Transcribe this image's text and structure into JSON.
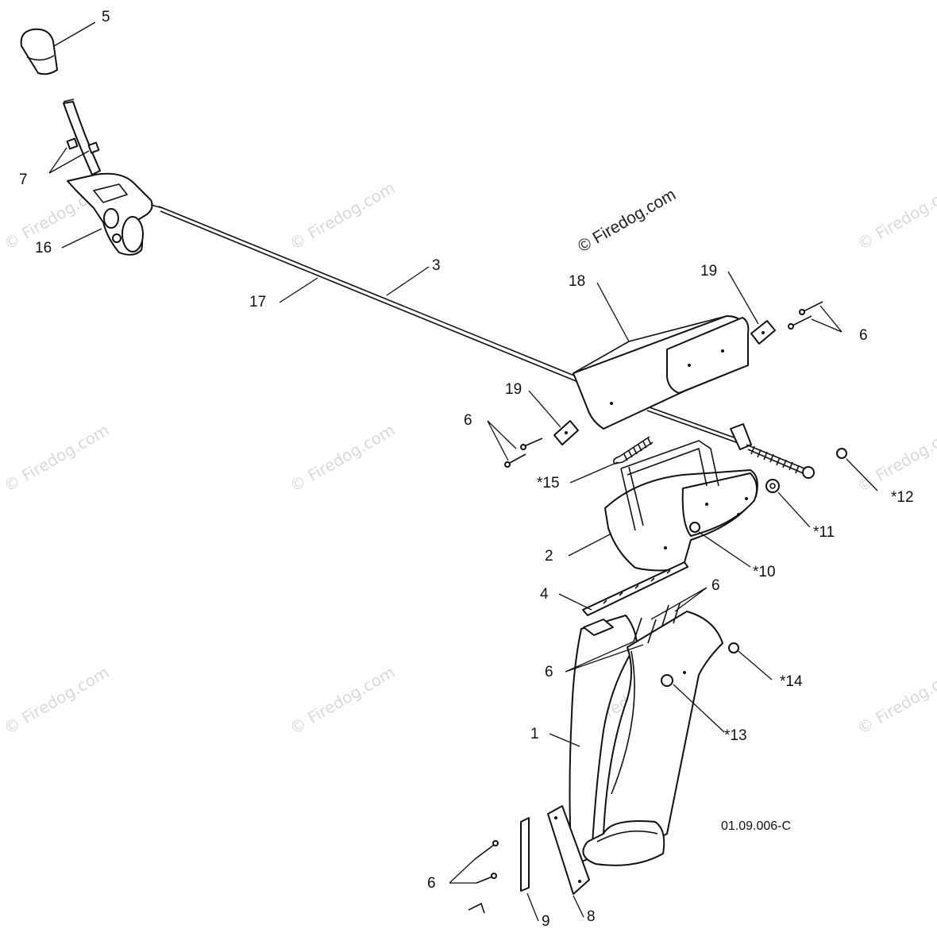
{
  "copyright": "© Firedog.com",
  "watermark": "© Firedog.com",
  "drawing_code": "01.09.006-C",
  "callouts": {
    "c1": "1",
    "c2": "2",
    "c3": "3",
    "c4": "4",
    "c5": "5",
    "c6a": "6",
    "c6b": "6",
    "c6c": "6",
    "c6d": "6",
    "c6e": "6",
    "c7": "7",
    "c8": "8",
    "c9": "9",
    "c10": "*10",
    "c11": "*11",
    "c12": "*12",
    "c13": "*13",
    "c14": "*14",
    "c15": "*15",
    "c16": "16",
    "c17": "17",
    "c18": "18",
    "c19a": "19",
    "c19b": "19"
  }
}
